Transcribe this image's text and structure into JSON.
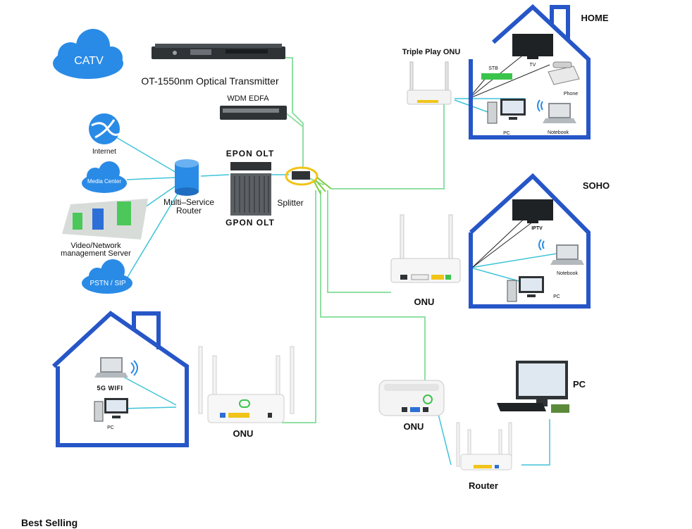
{
  "labels": {
    "catv": "CATV",
    "transmitter": "OT-1550nm Optical Transmitter",
    "wdm_edfa": "WDM EDFA",
    "internet": "Internet",
    "media_center": "Media Center",
    "video_server": "Video/Network",
    "video_server_2": "management Server",
    "pstn": "PSTN / SIP",
    "msr": "Multi–Service",
    "msr_2": "Router",
    "epon": "EPON OLT",
    "gpon": "GPON OLT",
    "splitter": "Splitter",
    "triple_play": "Triple Play ONU",
    "home": "HOME",
    "stb": "STB",
    "tv": "TV",
    "phone": "Phone",
    "pc_home": "PC",
    "notebook_home": "Notebook",
    "soho": "SOHO",
    "iptv": "IPTV",
    "notebook_soho": "Notebook",
    "pc_soho": "PC",
    "onu_mid": "ONU",
    "wifi5g": "5G WIFI",
    "pc_left": "PC",
    "onu_left": "ONU",
    "onu_right": "ONU",
    "pc_right": "PC",
    "router": "Router"
  },
  "section_heading": "Best Selling",
  "colors": {
    "fiber": "#8fe0a3",
    "ethernet": "#3ec4d8",
    "house": "#2656c7",
    "cloud": "#2a8be6",
    "device_dark": "#2f3336"
  },
  "icons": [
    "cloud-icon",
    "globe-icon",
    "database-icon",
    "router-icon",
    "tv-icon",
    "phone-icon",
    "pc-icon",
    "laptop-icon",
    "wifi-icon",
    "house-icon"
  ]
}
